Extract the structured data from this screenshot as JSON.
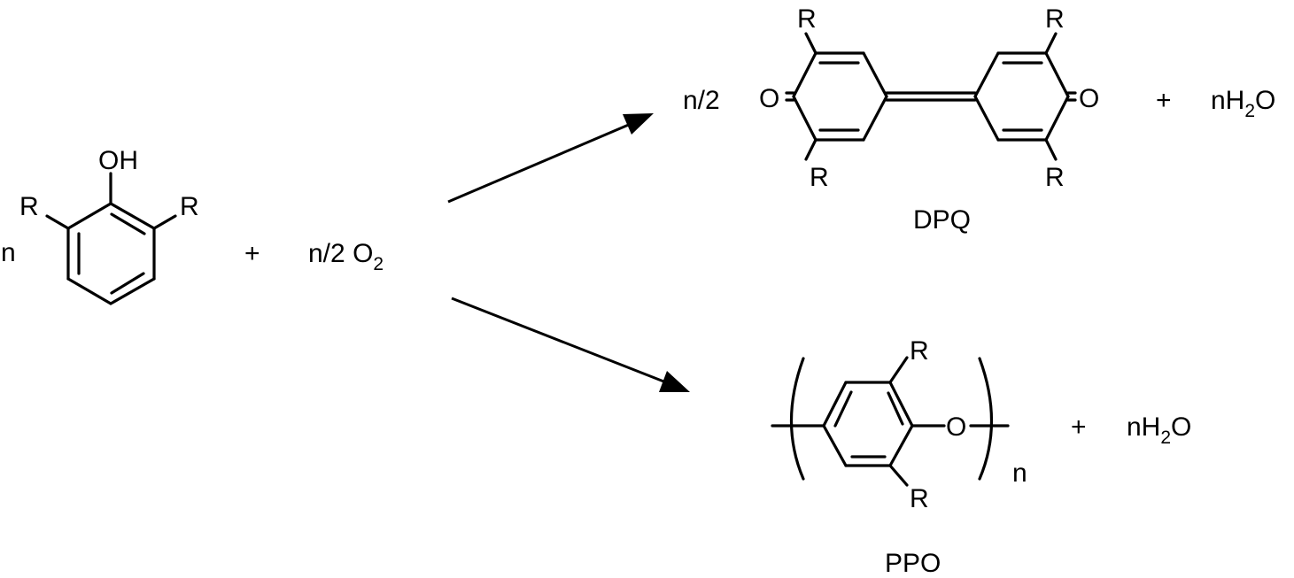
{
  "reactant": {
    "coefficient": "n",
    "hydroxyl_label": "OH",
    "left_substituent": "R",
    "right_substituent": "R"
  },
  "plus_1": "+",
  "oxygen": {
    "coefficient": "n/2",
    "element": "O",
    "subscript": "2"
  },
  "dpq_product": {
    "coefficient": "n/2",
    "oxygen_left": "O",
    "oxygen_right": "O",
    "substituent_top_left": "R",
    "substituent_bottom_left": "R",
    "substituent_top_right": "R",
    "substituent_bottom_right": "R",
    "name": "DPQ",
    "plus": "+",
    "water": {
      "prefix": "nH",
      "subscript": "2",
      "suffix": "O"
    }
  },
  "ppo_product": {
    "substituent_top": "R",
    "substituent_bottom": "R",
    "ether_oxygen": "O",
    "repeat_subscript": "n",
    "name": "PPO",
    "plus": "+",
    "water": {
      "prefix": "nH",
      "subscript": "2",
      "suffix": "O"
    }
  }
}
